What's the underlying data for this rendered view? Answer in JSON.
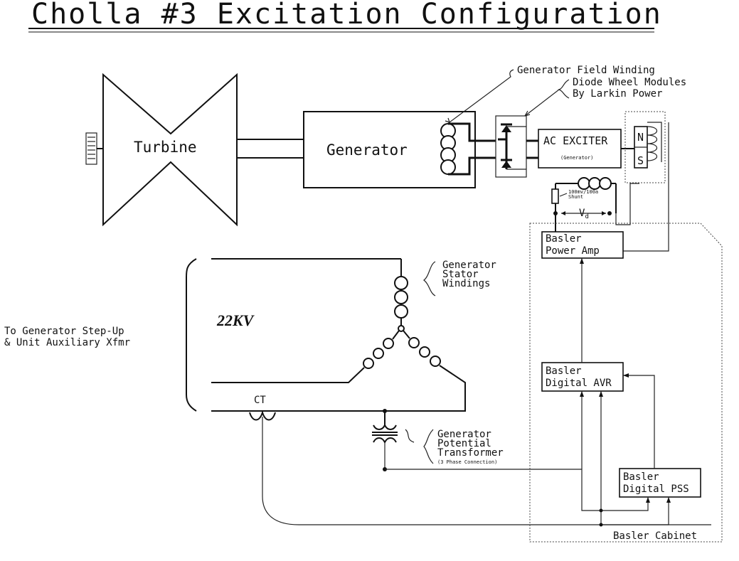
{
  "title": "Cholla #3 Excitation Configuration",
  "labels": {
    "turbine": "Turbine",
    "generator": "Generator",
    "ac_exciter": "AC EXCITER",
    "ac_exciter_sub": "(Generator)",
    "pole_n": "N",
    "pole_s": "S",
    "field_winding": "Generator Field Winding",
    "diode_line1": "Diode Wheel Modules",
    "diode_line2": "By Larkin Power",
    "shunt_line1": "100mv/100a",
    "shunt_line2": "Shunt",
    "vd": "V",
    "vd_sub": "d",
    "power_amp_line1": "Basler",
    "power_amp_line2": "Power Amp",
    "avr_line1": "Basler",
    "avr_line2": "Digital AVR",
    "pss_line1": "Basler",
    "pss_line2": "Digital PSS",
    "cabinet": "Basler Cabinet",
    "stator_line1": "Generator",
    "stator_line2": "Stator",
    "stator_line3": "Windings",
    "pt_line1": "Generator",
    "pt_line2": "Potential",
    "pt_line3": "Transformer",
    "pt_line4": "(3 Phase Connection)",
    "ct": "CT",
    "kv": "22KV",
    "stepup_line1": "To Generator Step-Up",
    "stepup_line2": "& Unit Auxiliary Xfmr"
  }
}
